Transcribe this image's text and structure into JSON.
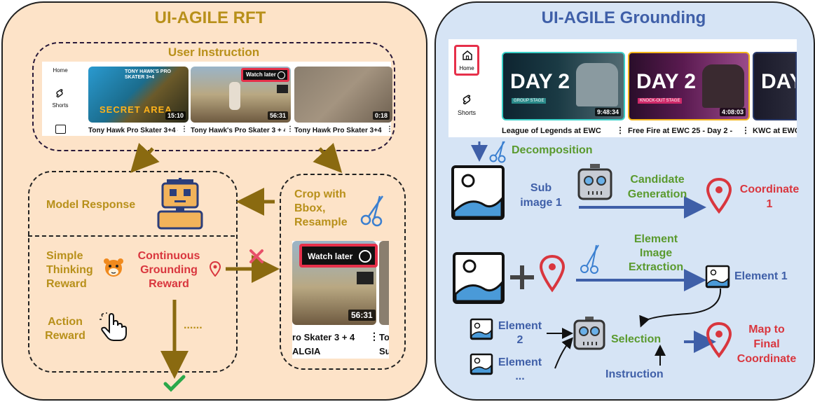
{
  "left": {
    "title": "UI-AGILE RFT",
    "user_instruction": "User Instruction",
    "nav_home": "Home",
    "nav_shorts": "Shorts",
    "thumb1_overlay": "SECRET AREA",
    "thumb1_game": "TONY HAWK'S PRO SKATER 3+4",
    "thumb1_duration": "15:10",
    "thumb2_duration": "56:31",
    "thumb3_duration": "0:18",
    "watch_later": "Watch later",
    "caption1": "Tony Hawk Pro Skater 3+4 -",
    "caption2": "Tony Hawk's Pro Skater 3 + 4",
    "caption3": "Tony Hawk Pro Skater 3+4",
    "model_response": "Model Response",
    "crop_line1": "Crop with",
    "crop_line2": "Bbox,",
    "crop_line3": "Resample",
    "simple_line1": "Simple",
    "simple_line2": "Thinking",
    "simple_line3": "Reward",
    "cont_line1": "Continuous",
    "cont_line2": "Grounding",
    "cont_line3": "Reward",
    "action_line1": "Action",
    "action_line2": "Reward",
    "ellipsis": "......",
    "crop_duration": "56:31",
    "crop_caption1": "ro Skater 3 + 4",
    "crop_caption2": "ALGIA",
    "crop_caption3": "To",
    "crop_caption4": "Su"
  },
  "right": {
    "title": "UI-AGILE Grounding",
    "nav_home": "Home",
    "nav_shorts": "Shorts",
    "day_label": "DAY 2",
    "thumb1_tag": "GROUP STAGE",
    "thumb2_tag": "KNOCK-OUT STAGE",
    "thumb1_duration": "9:48:34",
    "thumb2_duration": "4:08:03",
    "caption1": "League of Legends at EWC",
    "caption2": "Free Fire at EWC 25 - Day 2 -",
    "caption3": "KWC at EWC",
    "decomposition": "Decomposition",
    "sub_line1": "Sub",
    "sub_line2": "image 1",
    "candidate_line1": "Candidate",
    "candidate_line2": "Generation",
    "coord_line1": "Coordinate",
    "coord_line2": "1",
    "plus": "+",
    "elem_line1": "Element",
    "elem_line2": "Image",
    "elem_line3": "Extraction",
    "element1": "Element 1",
    "element2_line1": "Element",
    "element2_line2": "2",
    "element3_line1": "Element",
    "element3_line2": "...",
    "selection": "Selection",
    "instruction": "Instruction",
    "map_line1": "Map to",
    "map_line2": "Final",
    "map_line3": "Coordinate"
  },
  "colors": {
    "left_bg": "#fde3c8",
    "right_bg": "#d6e4f5",
    "gold": "#b8901a",
    "red": "#d9363e",
    "green": "#5a9a2e",
    "blue": "#3f5fa8",
    "arrow_gold": "#8a6a10"
  }
}
